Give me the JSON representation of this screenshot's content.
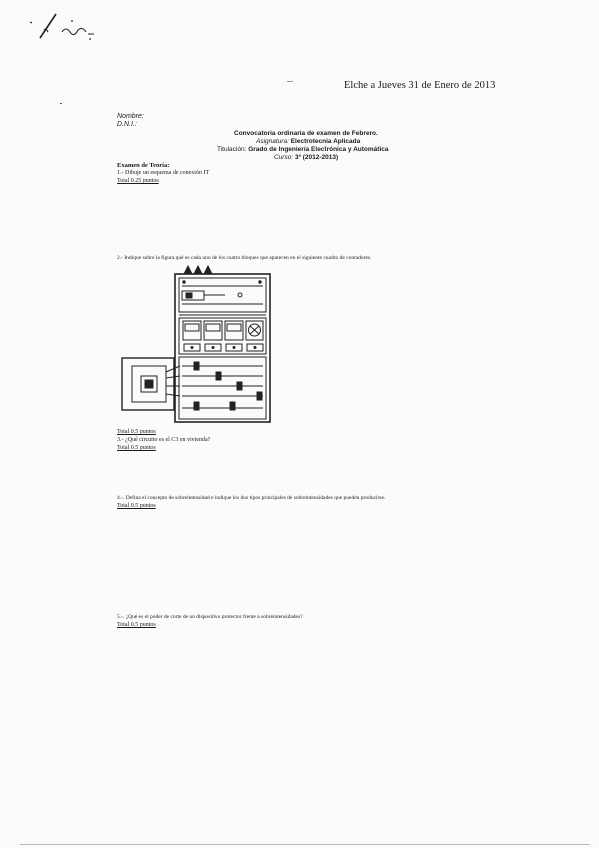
{
  "header": {
    "date_line": "Elche a Jueves 31 de Enero de 2013",
    "nombre_label": "Nombre:",
    "dni_label": "D.N.I.:"
  },
  "title": {
    "line1": "Convocatoria ordinaria de examen de Febrero.",
    "asignatura_label": "Asignatura:",
    "asignatura_value": "Electrotecnia Aplicada",
    "titulacion_label": "Titulación:",
    "titulacion_value": "Grado de Ingeniería Electrónica y Automática",
    "curso_label": "Curso:",
    "curso_value": "3º (2012-2013)"
  },
  "section_heading": "Examen de Teoría:",
  "questions": [
    {
      "text": "1.- Dibuje un esquema de conexión IT",
      "total": "Total 0.25 puntos"
    },
    {
      "text": "2.- Indique sobre la figura qué es cada uno de los cuatro bloques que aparecen en el siguiente cuadro de contadores.",
      "total": "Total 0.5 puntos"
    },
    {
      "text": "3.- ¿Qué circuito es el C3 en vivienda?",
      "total": "Total 0.5 puntos"
    },
    {
      "text": "4.-. Defina el concepto de sobreintensidad e indique los dos tipos principales de sobreintensidades que pueden producirse.",
      "total": "Total 0.5 puntos"
    },
    {
      "text": "5.-. ¿Qué es el poder de corte de un dispositivo protector frente a sobreintensidades?",
      "total": "Total 0.5 puntos"
    }
  ]
}
